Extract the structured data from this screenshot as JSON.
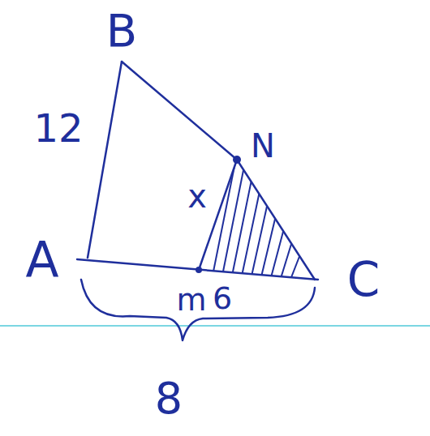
{
  "diagram": {
    "labels": [
      "B",
      "12",
      "N",
      "x",
      "A",
      "C",
      "m",
      "6",
      "8"
    ]
  }
}
